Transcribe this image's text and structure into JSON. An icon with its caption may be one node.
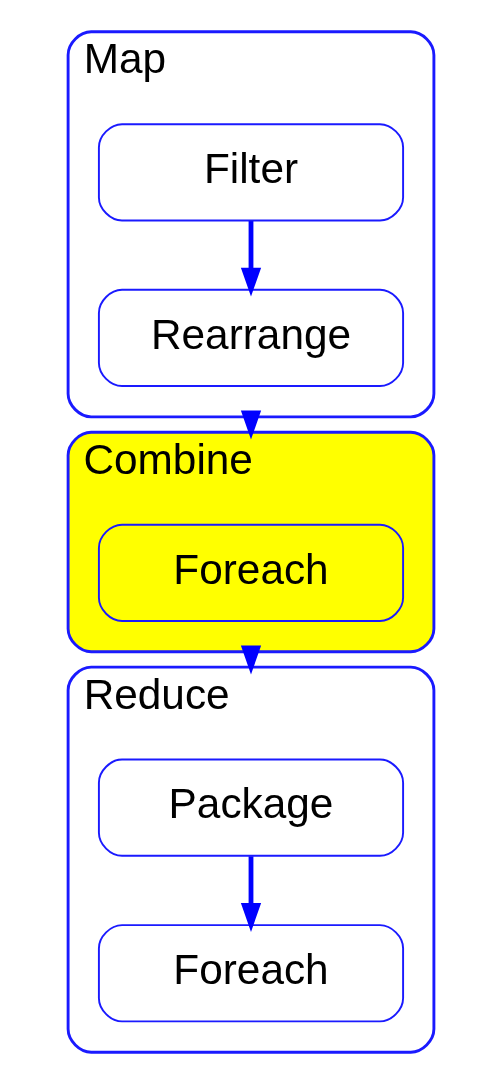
{
  "diagram": {
    "nodes": [
      {
        "text": [
          "Map"
        ]
      },
      {
        "text": [
          "Filter"
        ],
        "in": 0
      },
      {
        "text": [
          "Rearrange"
        ],
        "in": 0
      },
      {
        "text": [
          "Combine"
        ]
      },
      {
        "text": [
          "Foreach"
        ],
        "in": 3
      },
      {
        "text": [
          "Reduce"
        ]
      },
      {
        "text": [
          "Package"
        ],
        "in": 5
      },
      {
        "text": [
          "Foreach"
        ],
        "in": 5
      }
    ],
    "edges": [
      {
        "from": 1,
        "to": 2,
        "arrow": "to",
        "color": "#0000ff"
      },
      {
        "from": 0,
        "to": 3,
        "arrow": "to",
        "color": "#0000ff"
      },
      {
        "from": 3,
        "to": 5,
        "arrow": "to",
        "color": "#0000ff"
      },
      {
        "from": 6,
        "to": 7,
        "arrow": "to",
        "color": "#0000ff"
      }
    ]
  }
}
